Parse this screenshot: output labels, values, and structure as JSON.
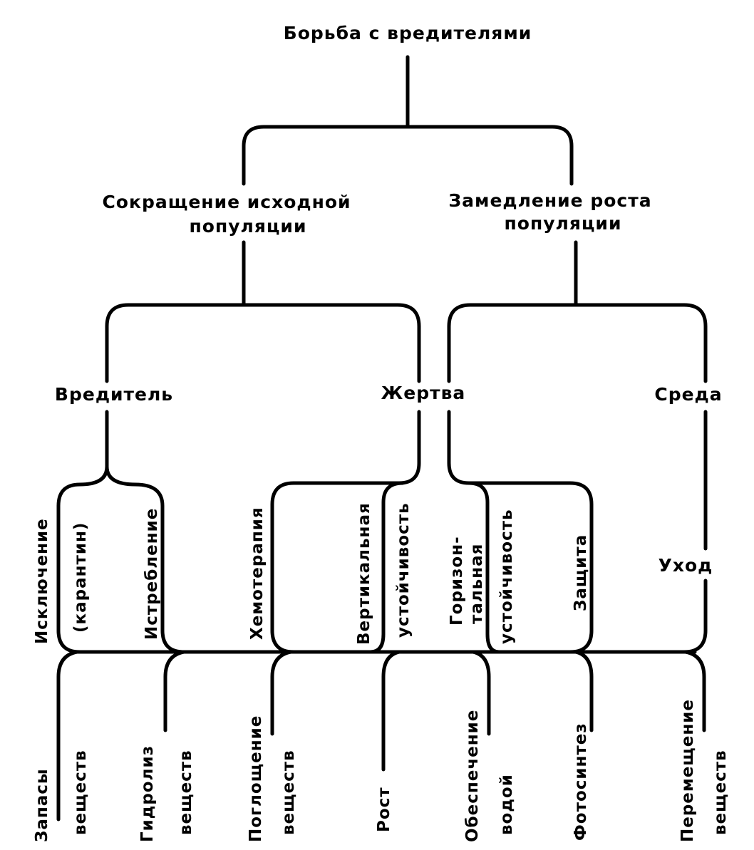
{
  "root": "Борьба с вредителями",
  "level1": {
    "left": [
      "Сокращение исходной",
      "популяции"
    ],
    "right": [
      "Замедление роста",
      "популяции"
    ]
  },
  "level2": {
    "pest": "Вредитель",
    "host": "Жертва",
    "environment": "Среда"
  },
  "methods": {
    "exclusion": "Исключение",
    "quarantine": "(карантин)",
    "extermination": "Истребление",
    "chemotherapy": "Хемотерапия",
    "vertical": "Вертикальная",
    "vertical_resistance": "устойчивость",
    "horizontal_1": "Горизон-",
    "horizontal_2": "тальная",
    "horizontal_resistance": "устойчивость",
    "protection": "Защита",
    "care": "Уход"
  },
  "processes": [
    [
      "Запасы",
      "веществ"
    ],
    [
      "Гидролиз",
      "веществ"
    ],
    [
      "Поглощение",
      "веществ"
    ],
    [
      "Рост"
    ],
    [
      "Обеспечение",
      "водой"
    ],
    [
      "Фотосинтез"
    ],
    [
      "Перемещение",
      "веществ"
    ]
  ]
}
